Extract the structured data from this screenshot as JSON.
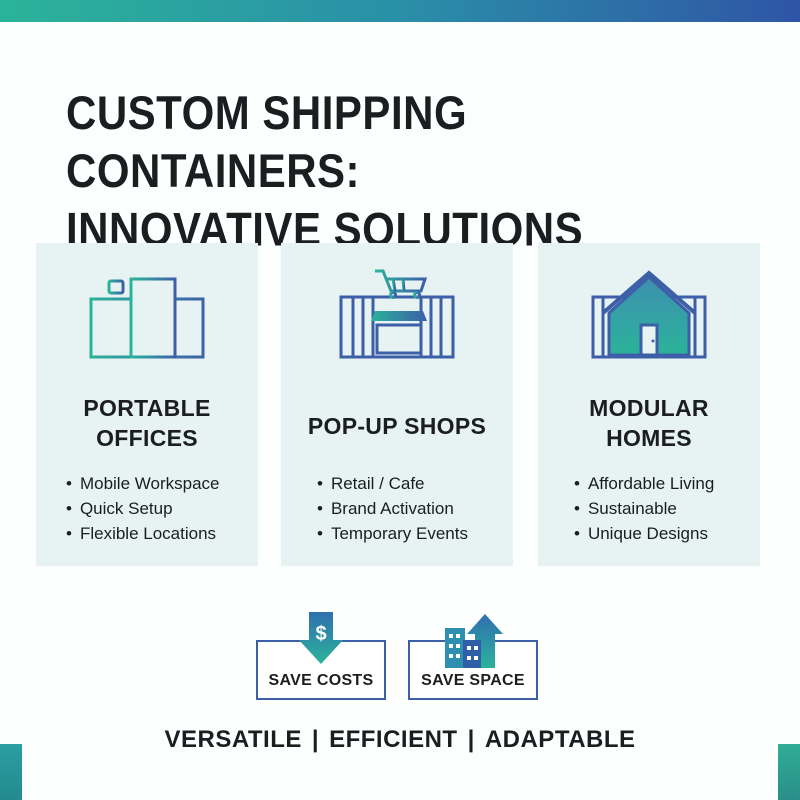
{
  "title": {
    "line1": "CUSTOM SHIPPING CONTAINERS:",
    "line2": "INNOVATIVE SOLUTIONS"
  },
  "cards": [
    {
      "title_line1": "PORTABLE",
      "title_line2": "OFFICES",
      "icon": "office-container-icon",
      "items": [
        "Mobile Workspace",
        "Quick Setup",
        "Flexible Locations"
      ]
    },
    {
      "title_line1": "POP-UP SHOPS",
      "title_line2": "",
      "icon": "shop-container-icon",
      "items": [
        "Retail / Cafe",
        "Brand Activation",
        "Temporary Events"
      ]
    },
    {
      "title_line1": "MODULAR",
      "title_line2": "HOMES",
      "icon": "home-container-icon",
      "items": [
        "Affordable Living",
        "Sustainable",
        "Unique Designs"
      ]
    }
  ],
  "benefits": [
    {
      "label": "SAVE COSTS",
      "icon": "dollar-down-arrow-icon"
    },
    {
      "label": "SAVE SPACE",
      "icon": "buildings-up-arrow-icon"
    }
  ],
  "tagline": {
    "word1": "VERSATILE",
    "word2": "EFFICIENT",
    "word3": "ADAPTABLE",
    "separator": "|"
  },
  "colors": {
    "card_bg": "#e6f3f2",
    "blue": "#3d5fa8",
    "teal": "#2bb39a",
    "text": "#1b1d21"
  }
}
